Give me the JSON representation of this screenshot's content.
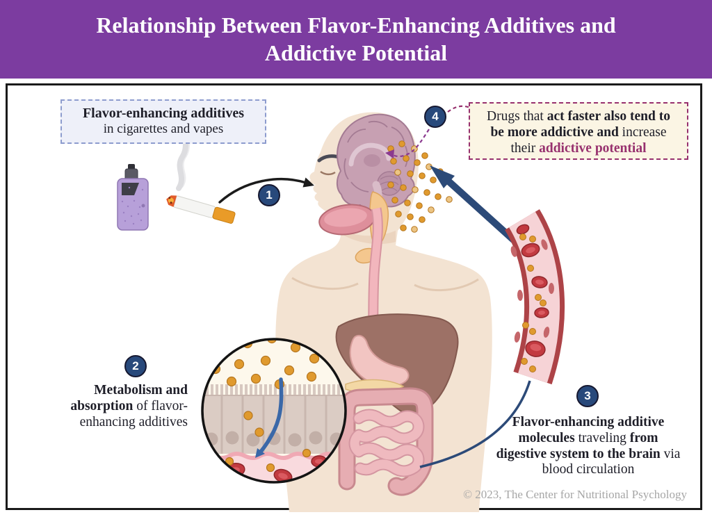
{
  "header": {
    "title_line1": "Relationship Between Flavor-Enhancing Additives and",
    "title_line2": "Addictive Potential"
  },
  "boxes": {
    "additives": {
      "line1_bold": "Flavor-enhancing additives",
      "line2": "in cigarettes and vapes"
    },
    "drugs": {
      "l1_regular": "Drugs that ",
      "l1_bold": "act faster also tend to",
      "l2_bold": "be more addictive and",
      "l2_regular": " increase",
      "l3_regular": "their ",
      "l3_highlight": "addictive potential"
    }
  },
  "steps": {
    "n1": "1",
    "n2": "2",
    "n3": "3",
    "n4": "4"
  },
  "labels": {
    "metabolism": {
      "l1_bold": "Metabolism and",
      "l2_bold": "absorption",
      "l2_regular": " of flavor-",
      "l3_regular": "enhancing additives"
    },
    "travel": {
      "l1_bold": "Flavor-enhancing additive",
      "l2_bold1": "molecules",
      "l2_regular": " traveling ",
      "l2_bold2": "from",
      "l3_bold": "digestive system to the brain",
      "l3_regular": " via",
      "l4_regular": "blood circulation"
    }
  },
  "footer": {
    "copyright": "© 2023, The Center for Nutritional Psychology"
  },
  "colors": {
    "header_bg": "#7c3ca0",
    "step_circle": "#28497b",
    "magenta_accent": "#97316e",
    "navy_arrow": "#2c4a78",
    "molecule_orange": "#e09a2e",
    "lavender_box_bg": "#eef0f9",
    "cream_box_bg": "#fbf5e4"
  }
}
